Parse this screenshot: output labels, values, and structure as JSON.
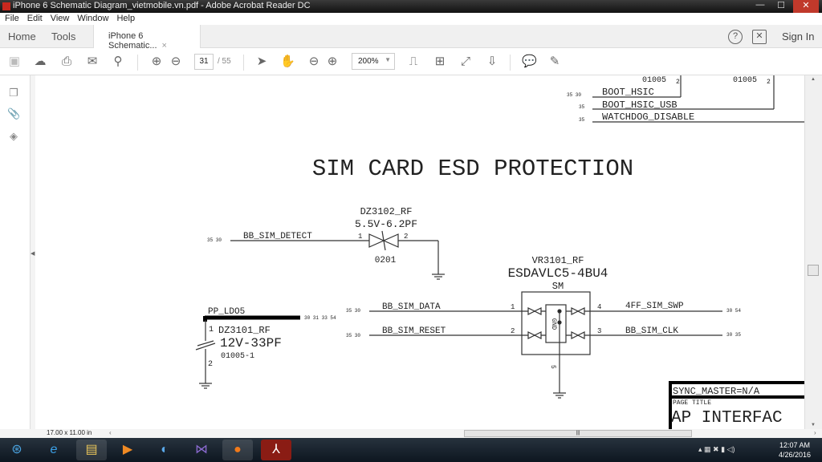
{
  "window": {
    "title": "iPhone 6 Schematic Diagram_vietmobile.vn.pdf - Adobe Acrobat Reader DC",
    "min": "—",
    "max": "☐",
    "close": "✕"
  },
  "menu": [
    "File",
    "Edit",
    "View",
    "Window",
    "Help"
  ],
  "tabs": {
    "home": "Home",
    "tools": "Tools",
    "document": "iPhone 6 Schematic...",
    "close": "×",
    "help": "?",
    "signin": "Sign In"
  },
  "toolbar": {
    "page_current": "31",
    "page_total": "/ 55",
    "zoom": "200%"
  },
  "status": {
    "page_size": "17.00 x 11.00 in"
  },
  "taskbar": {
    "time": "12:07 AM",
    "date": "4/26/2016"
  },
  "schematic": {
    "top_partial_1": "01005",
    "top_partial_2": "01005",
    "pin2": "2",
    "boot_hsic": "BOOT_HSIC",
    "boot_hsic_ref": "35 30",
    "boot_hsic_usb": "BOOT_HSIC_USB",
    "boot_hsic_usb_ref": "35",
    "watchdog": "WATCHDOG_DISABLE",
    "watchdog_ref": "35",
    "title": "SIM CARD ESD PROTECTION",
    "dz3102": {
      "ref": "DZ3102_RF",
      "value": "5.5V-6.2PF",
      "pkg": "0201",
      "pin1": "1",
      "pin2": "2"
    },
    "bb_sim_detect": "BB_SIM_DETECT",
    "bb_sim_detect_ref": "35 30",
    "pp_ldo5": "PP_LDO5",
    "pp_ldo5_ref": "30 31 33 54",
    "dz3101": {
      "ref": "DZ3101_RF",
      "value": "12V-33PF",
      "pkg": "01005-1",
      "pin1": "1",
      "pin2": "2"
    },
    "vr3101": {
      "ref": "VR3101_RF",
      "part": "ESDAVLC5-4BU4",
      "pkg": "SM",
      "gnd": "GND",
      "p1": "1",
      "p2": "2",
      "p3": "3",
      "p4": "4",
      "p5": "5"
    },
    "bb_sim_data": "BB_SIM_DATA",
    "bb_sim_data_ref": "35 30",
    "bb_sim_reset": "BB_SIM_RESET",
    "bb_sim_reset_ref": "35 30",
    "sim_swp": "4FF_SIM_SWP",
    "sim_swp_ref": "30 54",
    "sim_clk": "BB_SIM_CLK",
    "sim_clk_ref": "30 35",
    "sync_master": "SYNC_MASTER=N/A",
    "page_title_label": "PAGE TITLE",
    "page_title": "AP INTERFAC"
  }
}
